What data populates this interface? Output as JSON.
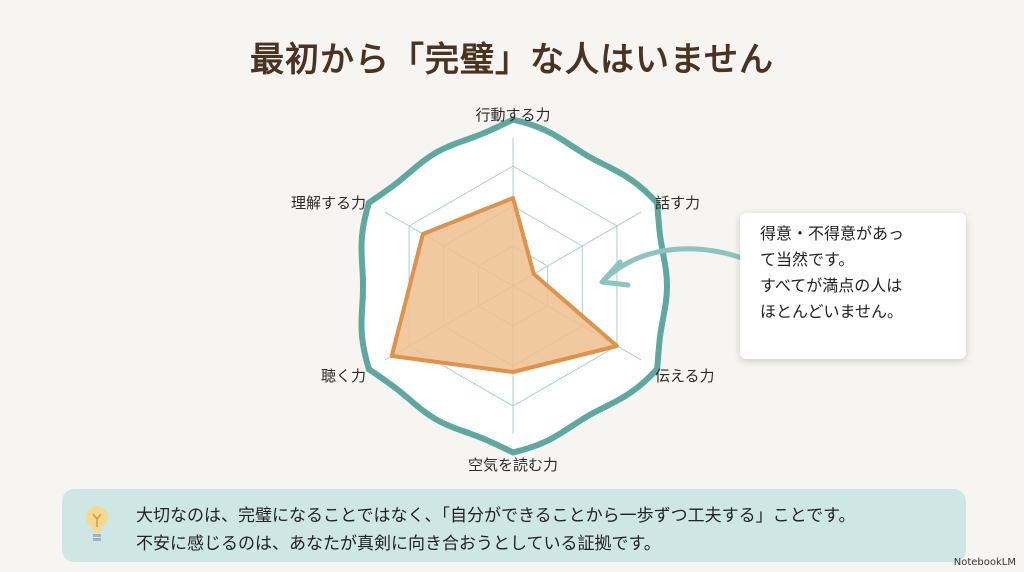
{
  "title": "最初から「完璧」な人はいません",
  "chart_data": {
    "type": "radar",
    "categories": [
      "行動する力",
      "話す力",
      "伝える力",
      "空気を読む力",
      "聴く力",
      "理解する力"
    ],
    "values": [
      2.2,
      0.6,
      3.0,
      2.15,
      3.5,
      2.6
    ],
    "rings": [
      1,
      2,
      3
    ],
    "range": [
      0,
      3.7
    ],
    "colors": {
      "fill": "#eebf8f",
      "stroke": "#e0914a",
      "frame": "#5fa8a0",
      "grid": "#a9cfcc"
    }
  },
  "callout": {
    "lines": [
      "得意・不得意があっ",
      "て当然です。",
      "すべてが満点の人は",
      "ほとんどいません。"
    ]
  },
  "bottom": {
    "icon": "lightbulb-icon",
    "line1": "大切なのは、完璧になることではなく、「自分ができることから一歩ずつ工夫する」ことです。",
    "line2": "不安に感じるのは、あなたが真剣に向き合おうとしている証拠です。"
  },
  "brand": "NotebookLM"
}
